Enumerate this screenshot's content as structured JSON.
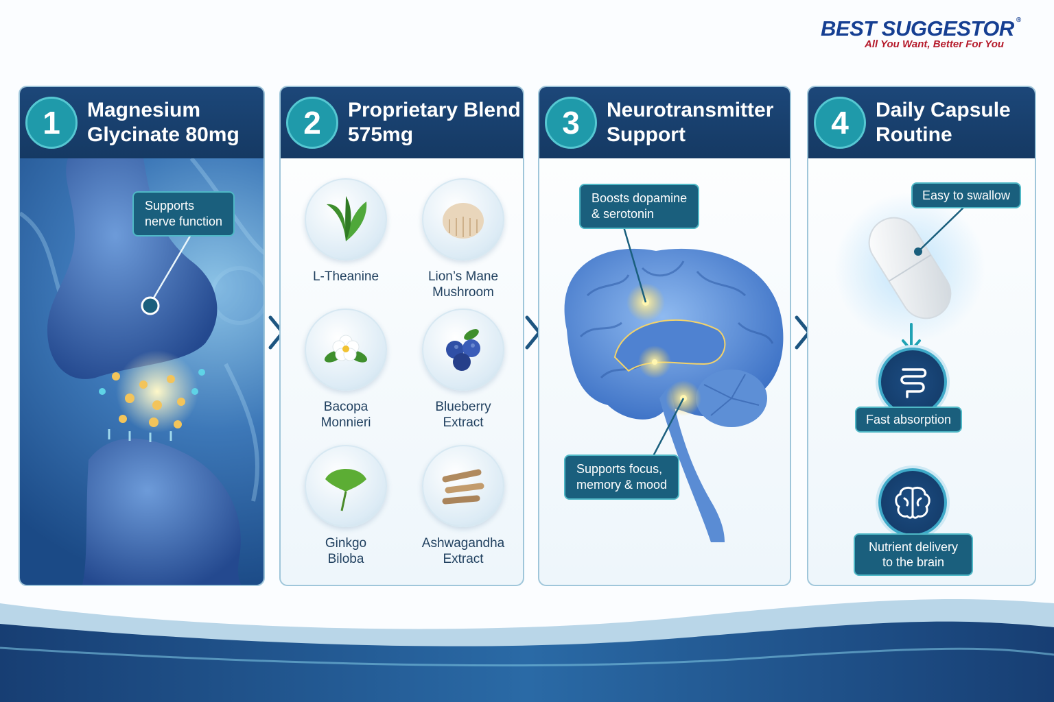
{
  "brand": {
    "name": "BEST SUGGESTOR",
    "registered": "®",
    "tagline": "All You Want, Better For You",
    "colors": {
      "navy": "#153963",
      "teal": "#1f9aaa",
      "accent_red": "#b51a2b"
    }
  },
  "panels": [
    {
      "number": "1",
      "title": "Magnesium\nGlycinate 80mg",
      "callouts": [
        "Supports\nnerve function"
      ]
    },
    {
      "number": "2",
      "title": "Proprietary Blend\n575mg",
      "ingredients": [
        {
          "label": "L-Theanine",
          "icon": "leaf-icon"
        },
        {
          "label": "Lion’s Mane\nMushroom",
          "icon": "mushroom-icon"
        },
        {
          "label": "Bacopa\nMonnieri",
          "icon": "flower-icon"
        },
        {
          "label": "Blueberry\nExtract",
          "icon": "blueberry-icon"
        },
        {
          "label": "Ginkgo\nBiloba",
          "icon": "ginkgo-leaf-icon"
        },
        {
          "label": "Ashwagandha\nExtract",
          "icon": "root-icon"
        }
      ]
    },
    {
      "number": "3",
      "title": "Neurotransmitter\nSupport",
      "callouts": [
        "Boosts dopamine\n& serotonin",
        "Supports focus,\nmemory & mood"
      ]
    },
    {
      "number": "4",
      "title": "Daily Capsule\nRoutine",
      "steps": [
        {
          "label": "Easy to swallow",
          "icon": "capsule-icon"
        },
        {
          "label": "Fast absorption",
          "icon": "intestine-icon"
        },
        {
          "label": "Nutrient delivery\nto the brain",
          "icon": "brain-icon"
        }
      ]
    }
  ]
}
